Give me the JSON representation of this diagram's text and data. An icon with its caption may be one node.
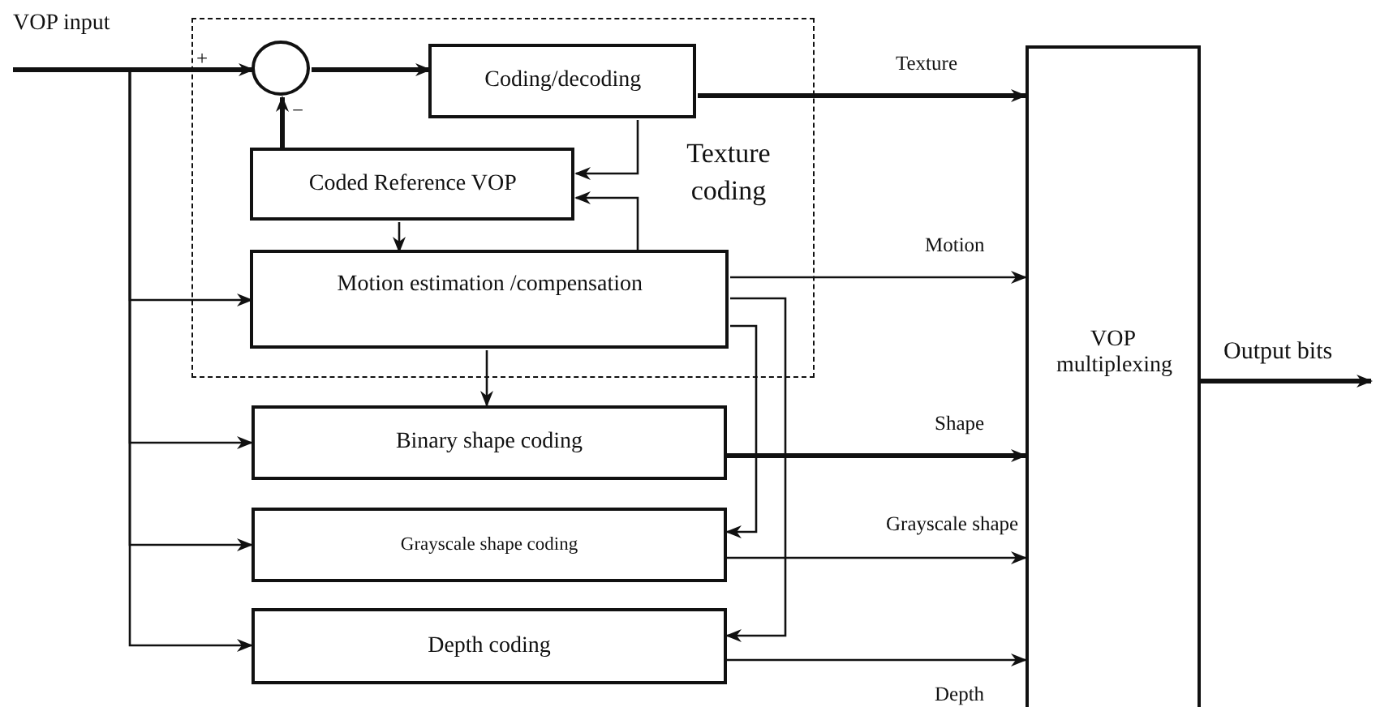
{
  "diagram": {
    "nodes": [
      {
        "text": [
          "Texture coding"
        ]
      },
      {
        "text": [],
        "shape": "circle",
        "in": 0
      },
      {
        "text": [
          "Coding/decoding"
        ],
        "in": 0
      },
      {
        "text": [
          "Coded Reference VOP"
        ],
        "in": 0
      },
      {
        "text": [
          "Motion estimation /compensation"
        ],
        "in": 0
      },
      {
        "text": [
          "Binary shape coding"
        ]
      },
      {
        "text": [
          "Grayscale shape coding"
        ]
      },
      {
        "text": [
          "Depth coding"
        ]
      },
      {
        "text": [
          "VOP multiplexing"
        ]
      }
    ],
    "edges": [
      {
        "from": null,
        "to": 1,
        "arrow": "to",
        "label": "VOP input",
        "style": "thick"
      },
      {
        "from": null,
        "to": 4,
        "arrow": "to"
      },
      {
        "from": null,
        "to": 5,
        "arrow": "to"
      },
      {
        "from": null,
        "to": 6,
        "arrow": "to"
      },
      {
        "from": null,
        "to": 7,
        "arrow": "to"
      },
      {
        "from": 3,
        "to": 1,
        "arrow": "to",
        "label": "−",
        "style": "thick"
      },
      {
        "from": 1,
        "to": 2,
        "arrow": "to",
        "style": "thick"
      },
      {
        "from": 2,
        "to": 3,
        "arrow": "to"
      },
      {
        "from": 4,
        "to": 3,
        "arrow": "to"
      },
      {
        "from": 3,
        "to": 4,
        "arrow": "to"
      },
      {
        "from": 2,
        "to": 8,
        "arrow": "to",
        "label": "Texture",
        "style": "thick"
      },
      {
        "from": 4,
        "to": 8,
        "arrow": "to",
        "label": "Motion"
      },
      {
        "from": 4,
        "to": 5,
        "arrow": "to"
      },
      {
        "from": 4,
        "to": 6,
        "arrow": "to"
      },
      {
        "from": 4,
        "to": 7,
        "arrow": "to"
      },
      {
        "from": 5,
        "to": 8,
        "arrow": "to",
        "label": "Shape",
        "style": "thick"
      },
      {
        "from": 6,
        "to": 8,
        "arrow": "to",
        "label": "Grayscale  shape"
      },
      {
        "from": 7,
        "to": 8,
        "arrow": "to",
        "label": "Depth"
      },
      {
        "from": 8,
        "to": null,
        "arrow": "to",
        "label": "Output bits",
        "style": "thick"
      }
    ],
    "labels": [
      "+"
    ]
  }
}
